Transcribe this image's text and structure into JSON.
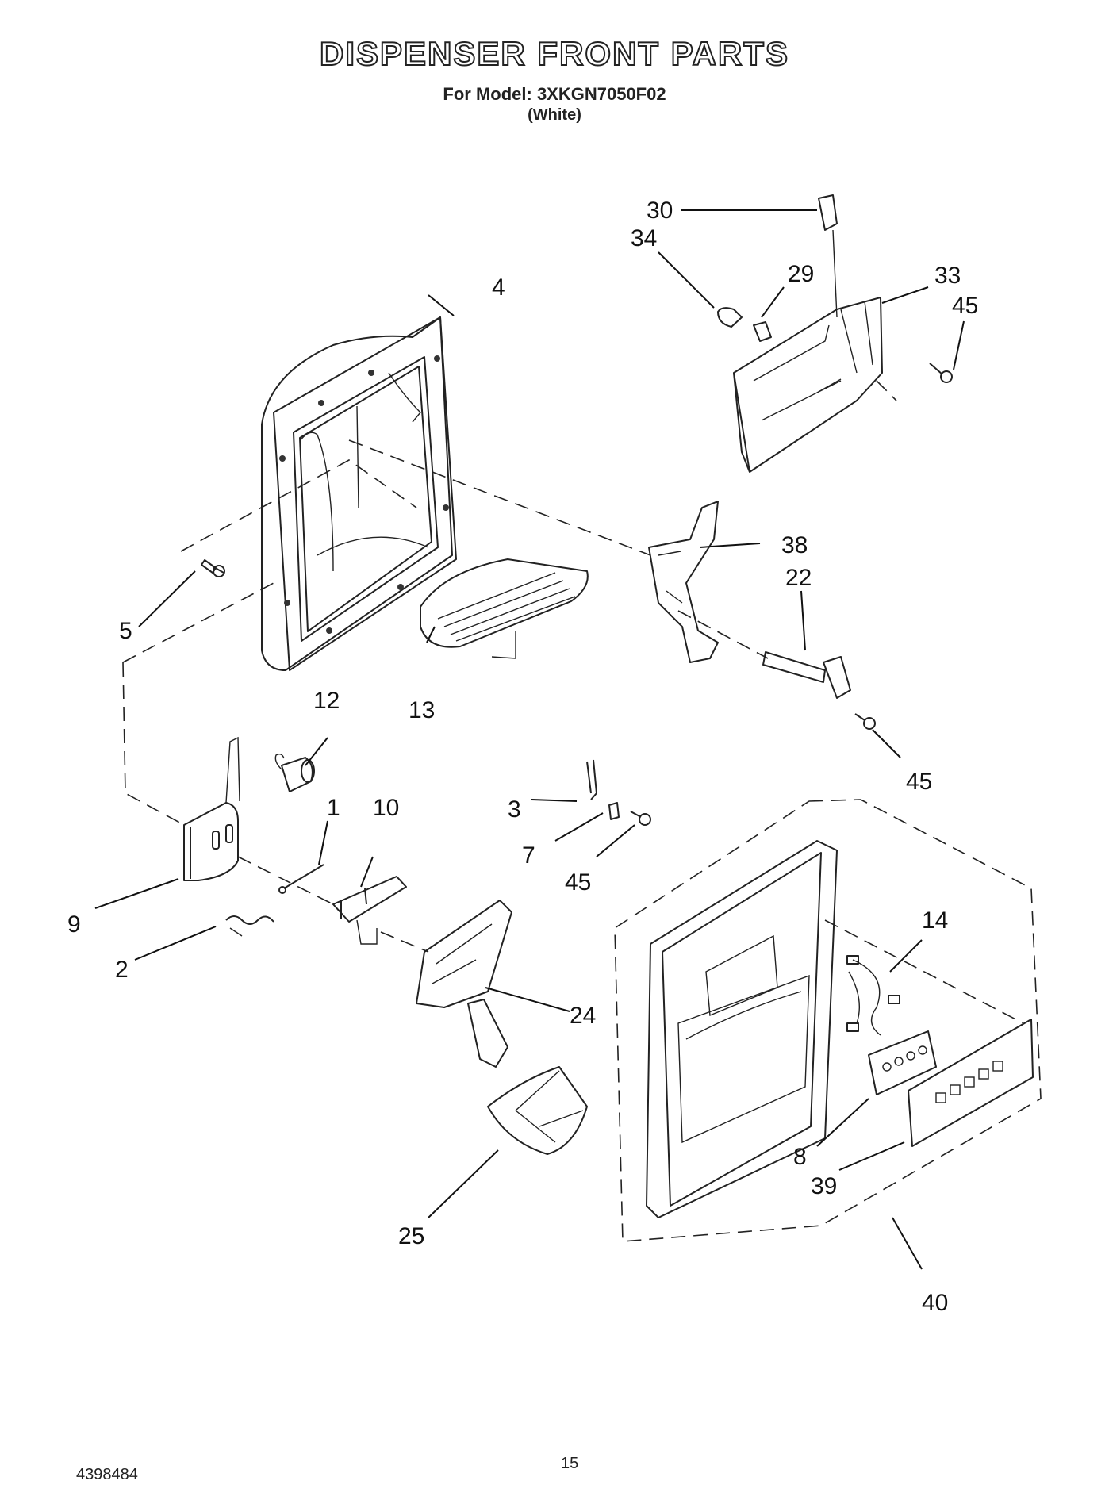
{
  "header": {
    "title": "DISPENSER FRONT PARTS",
    "model_line": "For Model: 3XKGN7050F02",
    "color_line": "(White)"
  },
  "footer": {
    "doc_number": "4398484",
    "page_number": "15"
  },
  "callouts": {
    "c1": "1",
    "c2": "2",
    "c3": "3",
    "c4": "4",
    "c5": "5",
    "c7": "7",
    "c8": "8",
    "c9": "9",
    "c10": "10",
    "c12": "12",
    "c13": "13",
    "c14": "14",
    "c22": "22",
    "c24": "24",
    "c25": "25",
    "c29": "29",
    "c30": "30",
    "c33": "33",
    "c34": "34",
    "c38": "38",
    "c39": "39",
    "c40": "40",
    "c45a": "45",
    "c45b": "45",
    "c45c": "45"
  }
}
